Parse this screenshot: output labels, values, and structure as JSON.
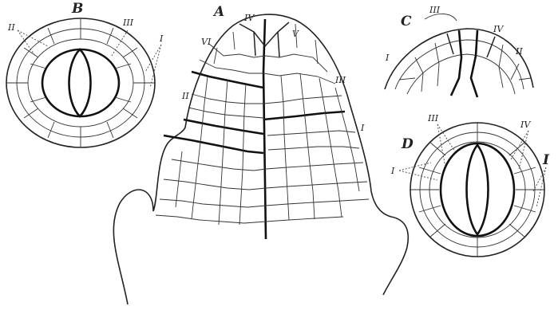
{
  "figure": {
    "panels": [
      {
        "id": "A",
        "label": "A",
        "roman_labels": [
          "IV",
          "V",
          "VI",
          "III",
          "II",
          "I"
        ]
      },
      {
        "id": "B",
        "label": "B",
        "roman_labels": [
          "II",
          "III",
          "I"
        ]
      },
      {
        "id": "C",
        "label": "C",
        "roman_labels": [
          "III",
          "IV",
          "II",
          "I"
        ]
      },
      {
        "id": "D",
        "label": "D",
        "roman_labels": [
          "III",
          "IV",
          "I",
          "I"
        ]
      }
    ]
  }
}
